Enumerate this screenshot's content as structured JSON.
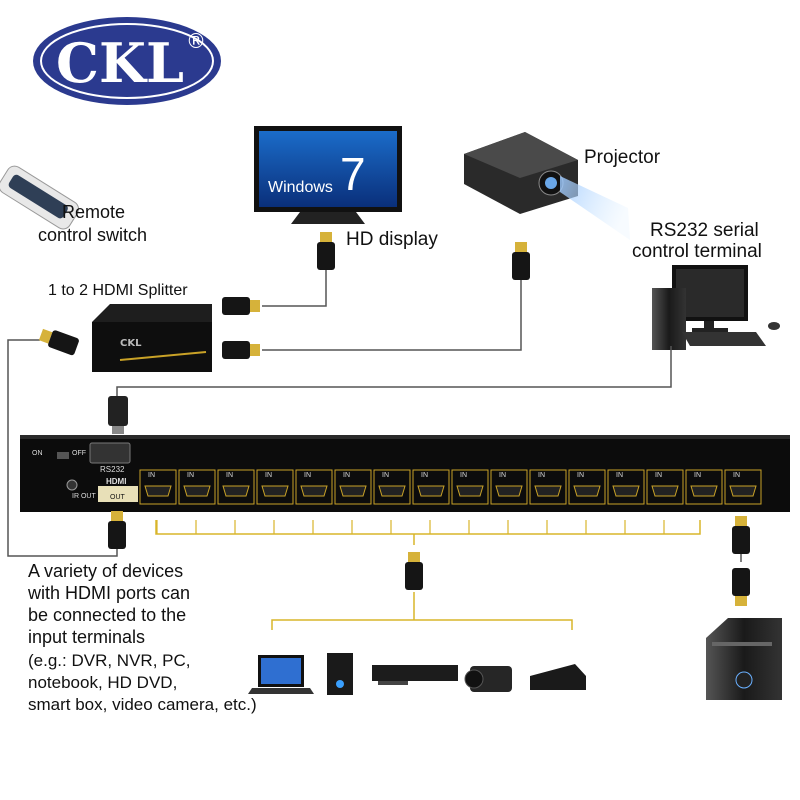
{
  "brand": {
    "logo_text": "CKL",
    "registered": "®"
  },
  "labels": {
    "remote": [
      "Remote",
      "control switch"
    ],
    "hd_display": "HD display",
    "projector": "Projector",
    "rs232_terminal": [
      "RS232 serial",
      "control terminal"
    ],
    "splitter": "1 to 2 HDMI Splitter",
    "devices_note": [
      "A variety of devices",
      "with HDMI ports can",
      "be connected to the",
      "input terminals",
      "(e.g.: DVR, NVR, PC,",
      "notebook, HD DVD,",
      "smart box, video camera, etc.)"
    ]
  },
  "tv_screen": {
    "brand": "Windows",
    "version": "7"
  },
  "switch_unit": {
    "power_on": "ON",
    "power_off": "OFF",
    "rs232": "RS232",
    "hdmi_out": [
      "HDMI",
      "OUT"
    ],
    "ir_out": "IR OUT",
    "input_label": "IN",
    "input_count": 16
  },
  "colors": {
    "logo_blue": "#2b3a8f",
    "unit_black": "#0c0c0c",
    "port_gold": "#c9a227",
    "wire_gold": "#d8b52a",
    "wire_gray": "#555555"
  }
}
